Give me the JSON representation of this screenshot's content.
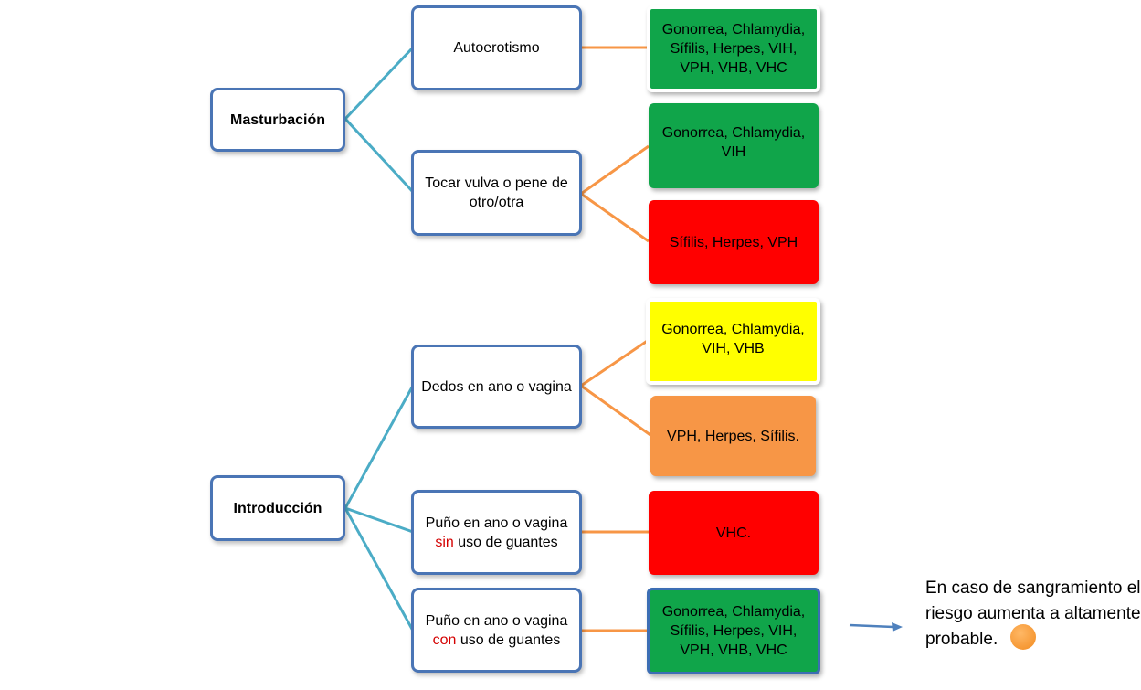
{
  "roots": {
    "masturbacion": "Masturbación",
    "introduccion": "Introducción"
  },
  "nodes": {
    "autoerotismo": "Autoerotismo",
    "tocar": "Tocar vulva o pene de otro/otra",
    "dedos": "Dedos en ano o vagina",
    "puno_sin": {
      "pre": "Puño en ano o vagina",
      "highlight": "sin",
      "post": " uso de guantes"
    },
    "puno_con": {
      "pre": "Puño en ano o vagina",
      "highlight": "con",
      "post": " uso de guantes"
    }
  },
  "risks": {
    "r1": "Gonorrea, Chlamydia, Sífilis, Herpes, VIH, VPH, VHB, VHC",
    "r2": "Gonorrea, Chlamydia, VIH",
    "r3": "Sífilis, Herpes, VPH",
    "r4": "Gonorrea, Chlamydia, VIH, VHB",
    "r5": "VPH, Herpes, Sífilis.",
    "r6": "VHC.",
    "r7": "Gonorrea, Chlamydia, Sífilis, Herpes, VIH, VPH, VHB, VHC"
  },
  "note": "En caso de sangramiento el riesgo aumenta a altamente probable.",
  "colors": {
    "green": "#10a54a",
    "red": "#ff0000",
    "yellow": "#ffff00",
    "orange": "#f79646",
    "node_border": "#4a75b5",
    "root_connector": "#4bacc6",
    "risk_connector": "#f79646",
    "arrow": "#4f81bd",
    "highlight_text": "#d40000"
  }
}
